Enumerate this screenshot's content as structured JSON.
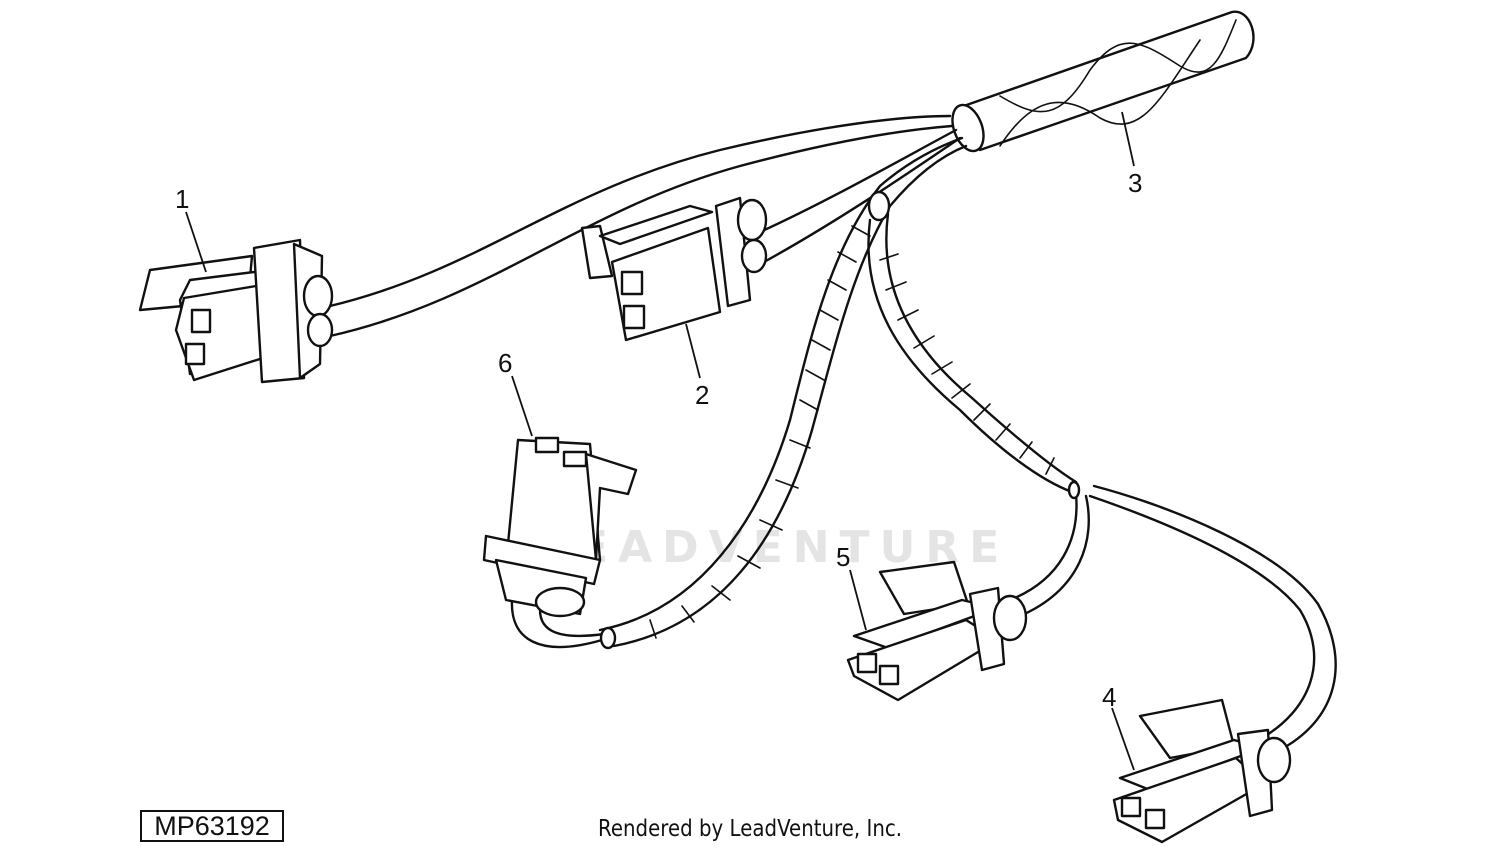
{
  "diagram": {
    "callouts": [
      {
        "id": "callout-1",
        "label": "1"
      },
      {
        "id": "callout-2",
        "label": "2"
      },
      {
        "id": "callout-3",
        "label": "3"
      },
      {
        "id": "callout-4",
        "label": "4"
      },
      {
        "id": "callout-5",
        "label": "5"
      },
      {
        "id": "callout-6",
        "label": "6"
      }
    ],
    "figure_id": "MP63192",
    "credit": "Rendered by LeadVenture, Inc.",
    "watermark": "LEADVENTURE",
    "colors": {
      "line": "#111111",
      "background": "#ffffff",
      "watermark": "#e4e4e4"
    }
  }
}
